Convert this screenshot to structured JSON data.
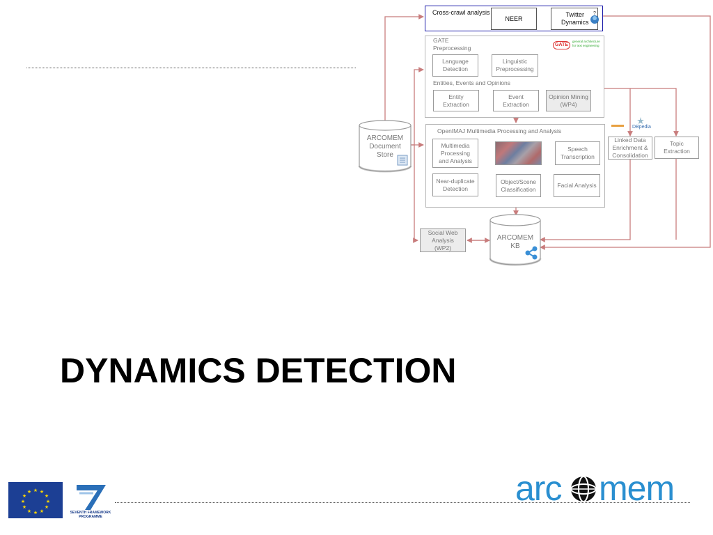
{
  "slide": {
    "title": "DYNAMICS DETECTION"
  },
  "diagram": {
    "crawl": {
      "label": "Cross-crawl analysis",
      "neer": "NEER",
      "twitter": "Twitter\nDynamics"
    },
    "gate": {
      "label": "GATE\nPreprocessing",
      "logo": "GATE",
      "logo_caption": "general architecture\nfor text engineering",
      "language": "Language\nDetection",
      "linguistic": "Linguistic\nPreprocessing",
      "eeo_label": "Entities, Events and Opinions",
      "entity": "Entity\nExtraction",
      "event": "Event\nExtraction",
      "opinion": "Opinion Mining\n(WP4)"
    },
    "openimaj": {
      "label": "OpenIMAJ Multimedia Processing and Analysis",
      "multimedia": "Multimedia\nProcessing\nand Analysis",
      "speech": "Speech\nTranscription",
      "near_dup": "Near-duplicate\nDetection",
      "object_scene": "Object/Scene\nClassification",
      "facial": "Facial Analysis"
    },
    "doc_store": "ARCOMEM\nDocument\nStore",
    "kb": "ARCOMEM\nKB",
    "social": "Social Web\nAnalysis\n(WP2)",
    "linked": "Linked Data\nEnrichment &\nConsolidation",
    "topic": "Topic\nExtraction",
    "dbpedia": "DBpedia"
  },
  "footer": {
    "fp7_caption": "SEVENTH FRAMEWORK\nPROGRAMME",
    "logo_text_a": "arc",
    "logo_text_b": "mem"
  },
  "colors": {
    "arrow": "#c87c7c",
    "crawl_border": "#1a1aa8",
    "eu_blue": "#1c3f94",
    "eu_star": "#ffd700",
    "logo_blue": "#2a8fd0"
  }
}
